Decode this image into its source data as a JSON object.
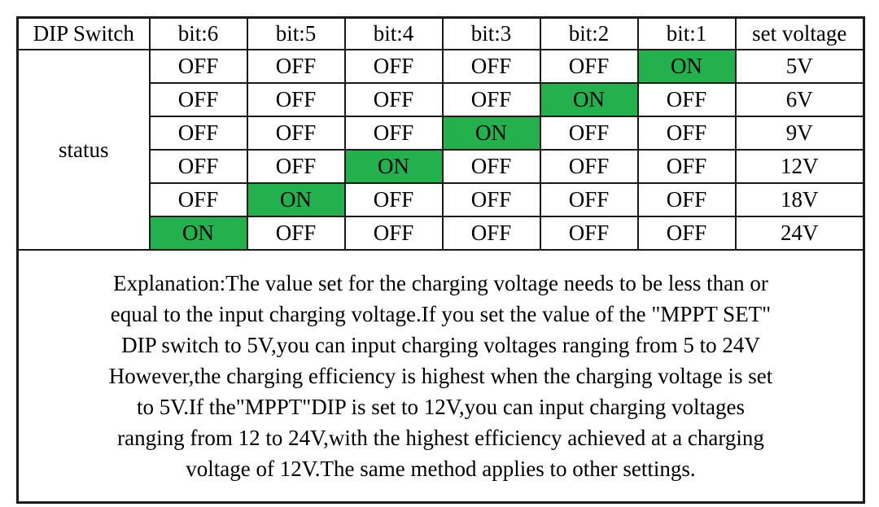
{
  "table": {
    "header": [
      "DIP Switch",
      "bit:6",
      "bit:5",
      "bit:4",
      "bit:3",
      "bit:2",
      "bit:1",
      "set voltage"
    ],
    "status_label": "status",
    "rows": [
      {
        "bits": [
          "OFF",
          "OFF",
          "OFF",
          "OFF",
          "OFF",
          "ON"
        ],
        "voltage": "5V"
      },
      {
        "bits": [
          "OFF",
          "OFF",
          "OFF",
          "OFF",
          "ON",
          "OFF"
        ],
        "voltage": "6V"
      },
      {
        "bits": [
          "OFF",
          "OFF",
          "OFF",
          "ON",
          "OFF",
          "OFF"
        ],
        "voltage": "9V"
      },
      {
        "bits": [
          "OFF",
          "OFF",
          "ON",
          "OFF",
          "OFF",
          "OFF"
        ],
        "voltage": "12V"
      },
      {
        "bits": [
          "OFF",
          "ON",
          "OFF",
          "OFF",
          "OFF",
          "OFF"
        ],
        "voltage": "18V"
      },
      {
        "bits": [
          "ON",
          "OFF",
          "OFF",
          "OFF",
          "OFF",
          "OFF"
        ],
        "voltage": "24V"
      }
    ],
    "explanation_lines": [
      "Explanation:The value set for the charging voltage needs to be less than or",
      "equal to the input charging voltage.If you set the value of the \"MPPT SET\"",
      "DIP switch to 5V,you can input charging voltages ranging from 5 to 24V",
      "However,the charging efficiency is highest when the charging voltage is set",
      "to 5V.If the\"MPPT\"DIP is set to 12V,you can input charging voltages",
      "ranging from 12 to 24V,with the highest efficiency achieved at a charging",
      "voltage of 12V.The same method applies to other settings."
    ],
    "colors": {
      "on_green": "#22B14C",
      "border": "#1a1a1a",
      "text": "#000000"
    }
  }
}
